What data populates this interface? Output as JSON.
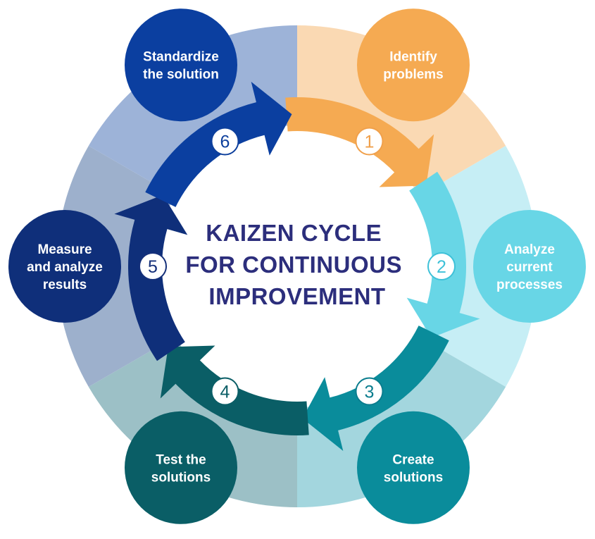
{
  "title_lines": [
    "KAIZEN CYCLE",
    "FOR CONTINUOUS",
    "IMPROVEMENT"
  ],
  "steps": [
    {
      "number": "1",
      "label_lines": [
        "Identify",
        "problems"
      ],
      "color": "#f5aa52",
      "sector_color": "#fad9b3",
      "number_color": "#f0a04b"
    },
    {
      "number": "2",
      "label_lines": [
        "Analyze",
        "current",
        "processes"
      ],
      "color": "#68d6e6",
      "sector_color": "#c6eef5",
      "number_color": "#3ec1d8"
    },
    {
      "number": "3",
      "label_lines": [
        "Create",
        "solutions"
      ],
      "color": "#0a8c9b",
      "sector_color": "#a3d6de",
      "number_color": "#0a7d8e"
    },
    {
      "number": "4",
      "label_lines": [
        "Test the",
        "solutions"
      ],
      "color": "#0a5e66",
      "sector_color": "#9cc0c6",
      "number_color": "#0a5e66"
    },
    {
      "number": "5",
      "label_lines": [
        "Measure",
        "and analyze",
        "results"
      ],
      "color": "#0f2f7a",
      "sector_color": "#9db0cc",
      "number_color": "#15307a"
    },
    {
      "number": "6",
      "label_lines": [
        "Standardize",
        "the solution"
      ],
      "color": "#0b3fa0",
      "sector_color": "#9db3d8",
      "number_color": "#0d3f9c"
    }
  ]
}
